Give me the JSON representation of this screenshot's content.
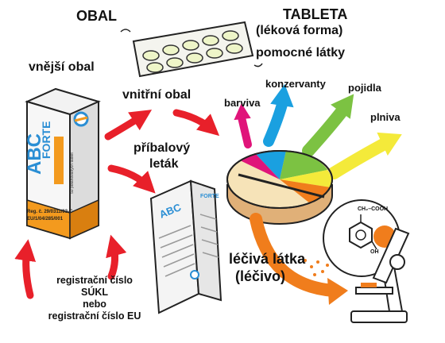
{
  "labels": {
    "obal": "OBAL",
    "tableta": "TABLETA",
    "lekova_forma": "(léková forma)",
    "pomocne_latky": "pomocné látky",
    "vnejsi_obal": "vnější obal",
    "vnitrni_obal": "vnitřní obal",
    "pribalovy": "příbalový",
    "letak": "leták",
    "barviva": "barviva",
    "konzervanty": "konzervanty",
    "pojidla": "pojidla",
    "plniva": "plniva",
    "leciva_latka": "léčivá látka",
    "lecivo": "(léčivo)",
    "reg_line1": "registrační číslo",
    "reg_line2": "SÚKL",
    "reg_line3": "nebo",
    "reg_line4": "registrační číslo EU"
  },
  "box": {
    "brand": "ABC",
    "forte": "FORTE",
    "count": "50 potahovaných tablet",
    "reg1": "Reg. č. 29/0311/03-C",
    "reg2": "EU/1/04/285/001"
  },
  "leaflet": {
    "brand": "ABC",
    "forte": "FORTE"
  },
  "molecule": {
    "top": "CH₂–COOH",
    "oh": "OH"
  },
  "colors": {
    "red_arrow": "#e8202a",
    "barviva": "#e0147a",
    "konzervanty": "#1aa0e0",
    "pojidla": "#7cc242",
    "plniva": "#f4ea3a",
    "active": "#f07d1c",
    "box_blue": "#2a8ed4",
    "box_orange": "#f39a1e"
  }
}
